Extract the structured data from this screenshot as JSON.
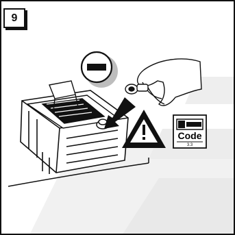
{
  "step": {
    "number": "9"
  },
  "badge": {
    "symbol": "minus"
  },
  "code_sign": {
    "label": "Code",
    "sublabel": "3.3"
  },
  "warning": {
    "symbol": "!"
  },
  "icons": [
    "minus-terminal-icon",
    "warning-triangle-icon",
    "code-sign-icon",
    "arrow-icon"
  ],
  "colors": {
    "ink": "#111111",
    "watermark": "#f0f0f0",
    "badge": "#ffffff"
  }
}
